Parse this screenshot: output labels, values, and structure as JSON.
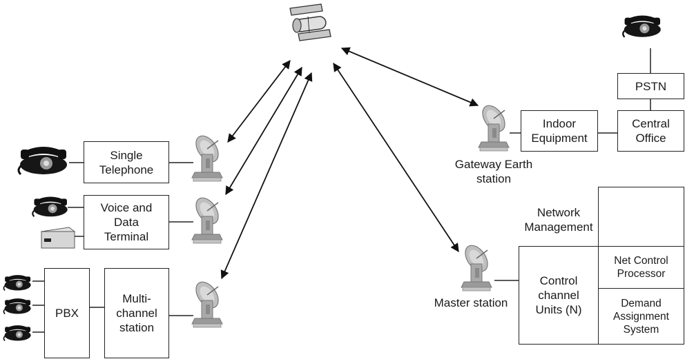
{
  "left": {
    "single_telephone": "Single\nTelephone",
    "voice_data_terminal": "Voice and\nData\nTerminal",
    "pbx": "PBX",
    "multichannel_station": "Multi-\nchannel\nstation"
  },
  "gateway": {
    "indoor_equipment": "Indoor\nEquipment",
    "central_office": "Central\nOffice",
    "pstn": "PSTN",
    "station_label": "Gateway Earth\nstation"
  },
  "master": {
    "network_management": "Network\nManagement",
    "control_channel_units": "Control\nchannel\nUnits (N)",
    "net_control_processor": "Net Control\nProcessor",
    "demand_assignment_system": "Demand\nAssignment\nSystem",
    "station_label": "Master station"
  },
  "icons": [
    "satellite-icon",
    "telephone-icon",
    "dish-antenna-icon",
    "terminal-icon",
    "laptop-icon"
  ]
}
